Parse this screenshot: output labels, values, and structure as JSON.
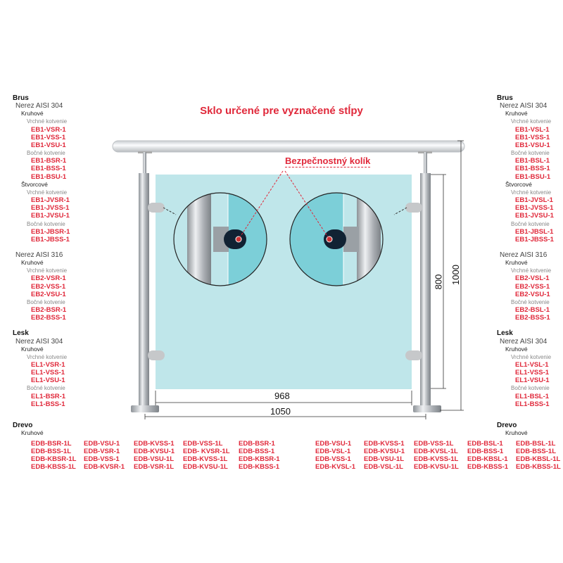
{
  "title": "Sklo určené pre vyznačené stĺpy",
  "pin_label": "Bezpečnostný kolík",
  "dimensions": {
    "glass_width": "968",
    "post_spacing": "1050",
    "glass_height": "800",
    "total_height": "1000"
  },
  "colors": {
    "accent": "#e0283a",
    "glass": "#bfe6ea",
    "steel": "#b8bcc0"
  },
  "left_column": [
    {
      "t": "h",
      "v": "Brus"
    },
    {
      "t": "m",
      "v": "Nerez AISI 304"
    },
    {
      "t": "s",
      "v": "Kruhové"
    },
    {
      "t": "a",
      "v": "Vrchné kotvenie"
    },
    {
      "t": "c",
      "v": "EB1-VSR-1"
    },
    {
      "t": "c",
      "v": "EB1-VSS-1"
    },
    {
      "t": "c",
      "v": "EB1-VSU-1"
    },
    {
      "t": "a",
      "v": "Bočné kotvenie"
    },
    {
      "t": "c",
      "v": "EB1-BSR-1"
    },
    {
      "t": "c",
      "v": "EB1-BSS-1"
    },
    {
      "t": "c",
      "v": "EB1-BSU-1"
    },
    {
      "t": "s",
      "v": "Štvorcové"
    },
    {
      "t": "a",
      "v": "Vrchné kotvenie"
    },
    {
      "t": "c",
      "v": "EB1-JVSR-1"
    },
    {
      "t": "c",
      "v": "EB1-JVSS-1"
    },
    {
      "t": "c",
      "v": "EB1-JVSU-1"
    },
    {
      "t": "a",
      "v": "Bočné kotvenie"
    },
    {
      "t": "c",
      "v": "EB1-JBSR-1"
    },
    {
      "t": "c",
      "v": "EB1-JBSS-1"
    },
    {
      "t": "gap"
    },
    {
      "t": "m",
      "v": "Nerez AISI 316"
    },
    {
      "t": "s",
      "v": "Kruhové"
    },
    {
      "t": "a",
      "v": "Vrchné kotvenie"
    },
    {
      "t": "c",
      "v": "EB2-VSR-1"
    },
    {
      "t": "c",
      "v": "EB2-VSS-1"
    },
    {
      "t": "c",
      "v": "EB2-VSU-1"
    },
    {
      "t": "a",
      "v": "Bočné kotvenie"
    },
    {
      "t": "c",
      "v": "EB2-BSR-1"
    },
    {
      "t": "c",
      "v": "EB2-BSS-1"
    },
    {
      "t": "gap"
    },
    {
      "t": "h",
      "v": "Lesk"
    },
    {
      "t": "m",
      "v": "Nerez AISI 304"
    },
    {
      "t": "s",
      "v": "Kruhové"
    },
    {
      "t": "a",
      "v": "Vrchné kotvenie"
    },
    {
      "t": "c",
      "v": "EL1-VSR-1"
    },
    {
      "t": "c",
      "v": "EL1-VSS-1"
    },
    {
      "t": "c",
      "v": "EL1-VSU-1"
    },
    {
      "t": "a",
      "v": "Bočné kotvenie"
    },
    {
      "t": "c",
      "v": "EL1-BSR-1"
    },
    {
      "t": "c",
      "v": "EL1-BSS-1"
    }
  ],
  "right_column": [
    {
      "t": "h",
      "v": "Brus"
    },
    {
      "t": "m",
      "v": "Nerez AISI 304"
    },
    {
      "t": "s",
      "v": "Kruhové"
    },
    {
      "t": "a",
      "v": "Vrchné kotvenie"
    },
    {
      "t": "c",
      "v": "EB1-VSL-1"
    },
    {
      "t": "c",
      "v": "EB1-VSS-1"
    },
    {
      "t": "c",
      "v": "EB1-VSU-1"
    },
    {
      "t": "a",
      "v": "Bočné kotvenie"
    },
    {
      "t": "c",
      "v": "EB1-BSL-1"
    },
    {
      "t": "c",
      "v": "EB1-BSS-1"
    },
    {
      "t": "c",
      "v": "EB1-BSU-1"
    },
    {
      "t": "s",
      "v": "Štvorcové"
    },
    {
      "t": "a",
      "v": "Vrchné kotvenie"
    },
    {
      "t": "c",
      "v": "EB1-JVSL-1"
    },
    {
      "t": "c",
      "v": "EB1-JVSS-1"
    },
    {
      "t": "c",
      "v": "EB1-JVSU-1"
    },
    {
      "t": "a",
      "v": "Bočné kotvenie"
    },
    {
      "t": "c",
      "v": "EB1-JBSL-1"
    },
    {
      "t": "c",
      "v": "EB1-JBSS-1"
    },
    {
      "t": "gap"
    },
    {
      "t": "m",
      "v": "Nerez AISI 316"
    },
    {
      "t": "s",
      "v": "Kruhové"
    },
    {
      "t": "a",
      "v": "Vrchné kotvenie"
    },
    {
      "t": "c",
      "v": "EB2-VSL-1"
    },
    {
      "t": "c",
      "v": "EB2-VSS-1"
    },
    {
      "t": "c",
      "v": "EB2-VSU-1"
    },
    {
      "t": "a",
      "v": "Bočné kotvenie"
    },
    {
      "t": "c",
      "v": "EB2-BSL-1"
    },
    {
      "t": "c",
      "v": "EB2-BSS-1"
    },
    {
      "t": "gap"
    },
    {
      "t": "h",
      "v": "Lesk"
    },
    {
      "t": "m",
      "v": "Nerez AISI 304"
    },
    {
      "t": "s",
      "v": "Kruhové"
    },
    {
      "t": "a",
      "v": "Vrchné kotvenie"
    },
    {
      "t": "c",
      "v": "EL1-VSL-1"
    },
    {
      "t": "c",
      "v": "EL1-VSS-1"
    },
    {
      "t": "c",
      "v": "EL1-VSU-1"
    },
    {
      "t": "a",
      "v": "Bočné kotvenie"
    },
    {
      "t": "c",
      "v": "EL1-BSL-1"
    },
    {
      "t": "c",
      "v": "EL1-BSS-1"
    }
  ],
  "drevo_left": {
    "heading": "Drevo",
    "sub": "Kruhové",
    "columns": [
      [
        "EDB-BSR-1L",
        "EDB-BSS-1L",
        "EDB-KBSR-1L",
        "EDB-KBSS-1L"
      ],
      [
        "EDB-VSU-1",
        "EDB-VSR-1",
        "EDB-VSS-1",
        "EDB-KVSR-1"
      ],
      [
        "EDB-KVSS-1",
        "EDB-KVSU-1",
        "EDB-VSU-1L",
        "EDB-VSR-1L"
      ],
      [
        "EDB-VSS-1L",
        "EDB- KVSR-1L",
        "EDB-KVSS-1L",
        "EDB-KVSU-1L"
      ],
      [
        "EDB-BSR-1",
        "EDB-BSS-1",
        "EDB-KBSR-1",
        "EDB-KBSS-1"
      ]
    ]
  },
  "drevo_right": {
    "heading": "Drevo",
    "sub": "Kruhové",
    "columns": [
      [
        "EDB-VSU-1",
        "EDB-VSL-1",
        "EDB-VSS-1",
        "EDB-KVSL-1"
      ],
      [
        "EDB-KVSS-1",
        "EDB-KVSU-1",
        "EDB-VSU-1L",
        "EDB-VSL-1L"
      ],
      [
        "EDB-VSS-1L",
        "EDB-KVSL-1L",
        "EDB-KVSS-1L",
        "EDB-KVSU-1L"
      ],
      [
        "EDB-BSL-1",
        "EDB-BSS-1",
        "EDB-KBSL-1",
        "EDB-KBSS-1"
      ],
      [
        "EDB-BSL-1L",
        "EDB-BSS-1L",
        "EDB-KBSL-1L",
        "EDB-KBSS-1L"
      ]
    ]
  }
}
